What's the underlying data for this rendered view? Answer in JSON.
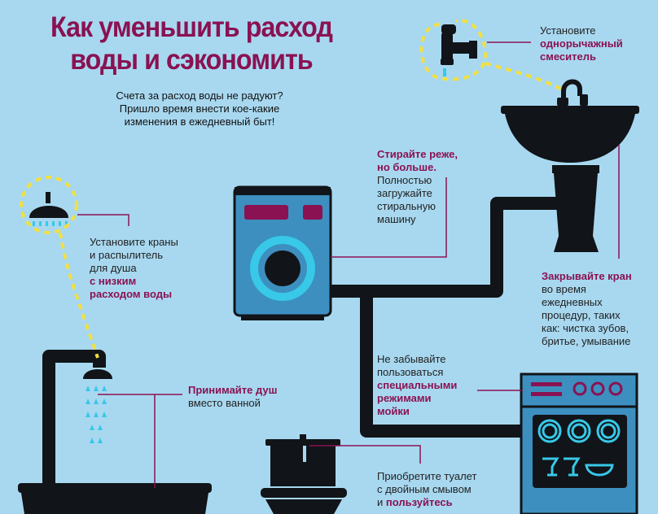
{
  "title": {
    "line1": "Как уменьшить расход",
    "line2": "воды и сэкономить"
  },
  "intro": {
    "line1": "Счета за расход воды не радуют?",
    "line2": "Пришло время внести кое-какие",
    "line3": "изменения в ежедневный быт!"
  },
  "tips": {
    "mixer": {
      "normal1": "Установите",
      "bold1": "однорычажный",
      "bold2": "смеситель"
    },
    "laundry": {
      "bold1": "Стирайте реже,",
      "bold2": "но больше.",
      "normal1": "Полностью",
      "normal2": "загружайте",
      "normal3": "стиральную",
      "normal4": "машину"
    },
    "shower_head": {
      "normal1": "Установите краны",
      "normal2": "и распылитель",
      "normal3": "для душа",
      "bold1": "с низким",
      "bold2": "расходом воды"
    },
    "tap": {
      "bold1": "Закрывайте кран",
      "normal1": "во время",
      "normal2": "ежедневных",
      "normal3": "процедур, таких",
      "normal4": "как: чистка зубов,",
      "normal5": "бритье, умывание"
    },
    "dishwasher": {
      "normal1": "Не забывайте",
      "normal2": "пользоваться",
      "bold1": "специальными",
      "bold2": "режимами",
      "bold3": "мойки"
    },
    "shower": {
      "bold1": "Принимайте душ",
      "normal1": "вместо ванной"
    },
    "toilet": {
      "normal1": "Приобретите туалет",
      "normal2": "с двойным смывом",
      "normal3": "и",
      "bold1": "пользуйтесь"
    }
  },
  "colors": {
    "background": "#a8d8f0",
    "accent": "#8a1252",
    "dark": "#111418",
    "appliance": "#3d8fc0",
    "water": "#38c8e8",
    "highlight": "#f2e040"
  }
}
